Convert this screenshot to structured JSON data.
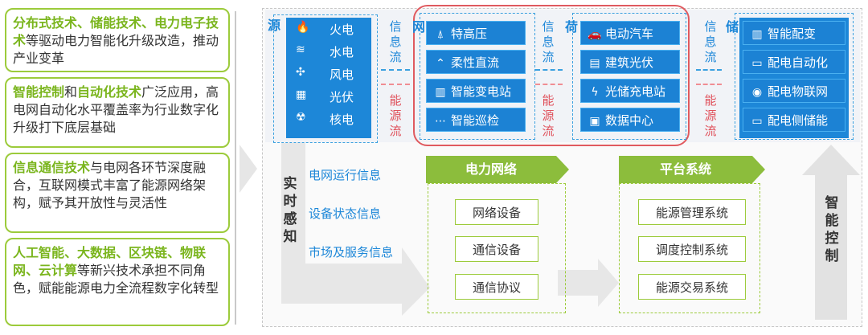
{
  "left_boxes": [
    {
      "parts": [
        {
          "t": "分布式技术、储能技术、电力电子技术",
          "h": true
        },
        {
          "t": "等驱动电力智能化升级改造，推动产业变革",
          "h": false
        }
      ]
    },
    {
      "parts": [
        {
          "t": "智能控制",
          "h": true
        },
        {
          "t": "和",
          "h": false
        },
        {
          "t": "自动化技术",
          "h": true
        },
        {
          "t": "广泛应用，高电网自动化水平覆盖率为行业数字化升级打下底层基础",
          "h": false
        }
      ]
    },
    {
      "parts": [
        {
          "t": "信息通信技术",
          "h": true
        },
        {
          "t": "与电网各环节深度融合，互联网模式丰富了能源网络架构，赋予其开放性与灵活性",
          "h": false
        }
      ]
    },
    {
      "parts": [
        {
          "t": "人工智能、大数据、区块链、物联网、云计算",
          "h": true
        },
        {
          "t": "等新兴技术承担不同角色，赋能能源电力全流程数字化转型",
          "h": false
        }
      ]
    }
  ],
  "source": {
    "label": "源",
    "items": [
      {
        "icon": "fire-icon",
        "label": "火电"
      },
      {
        "icon": "water-icon",
        "label": "水电"
      },
      {
        "icon": "wind-icon",
        "label": "风电"
      },
      {
        "icon": "solar-icon",
        "label": "光伏"
      },
      {
        "icon": "nuclear-icon",
        "label": "核电"
      }
    ]
  },
  "grid": {
    "label": "网",
    "items": [
      {
        "icon": "tower-icon",
        "label": "特高压"
      },
      {
        "icon": "dc-icon",
        "label": "柔性直流"
      },
      {
        "icon": "substation-icon",
        "label": "智能变电站"
      },
      {
        "icon": "patrol-icon",
        "label": "智能巡检"
      }
    ]
  },
  "load": {
    "label": "荷",
    "items": [
      {
        "icon": "car-icon",
        "label": "电动汽车"
      },
      {
        "icon": "building-icon",
        "label": "建筑光伏"
      },
      {
        "icon": "charging-icon",
        "label": "光储充电站"
      },
      {
        "icon": "datacenter-icon",
        "label": "数据中心"
      }
    ]
  },
  "storage": {
    "label": "储",
    "items": [
      {
        "icon": "meter-icon",
        "label": "智能配变"
      },
      {
        "icon": "auto-icon",
        "label": "配电自动化"
      },
      {
        "icon": "iot-icon",
        "label": "配电物联网"
      },
      {
        "icon": "battery-icon",
        "label": "配电侧储能"
      }
    ]
  },
  "flows": {
    "info": "信息流",
    "energy": "能源流"
  },
  "sense": {
    "label": "实时感知",
    "info_items": [
      "电网运行信息",
      "设备状态信息",
      "市场及服务信息"
    ]
  },
  "power_network": {
    "title": "电力网络",
    "items": [
      "网络设备",
      "通信设备",
      "通信协议"
    ]
  },
  "platform": {
    "title": "平台系统",
    "items": [
      "能源管理系统",
      "调度控制系统",
      "能源交易系统"
    ]
  },
  "control": {
    "label": "智能控制"
  },
  "colors": {
    "accent_green": "#8cbd3c",
    "accent_blue": "#1d87d8",
    "accent_red": "#e05a5f"
  }
}
